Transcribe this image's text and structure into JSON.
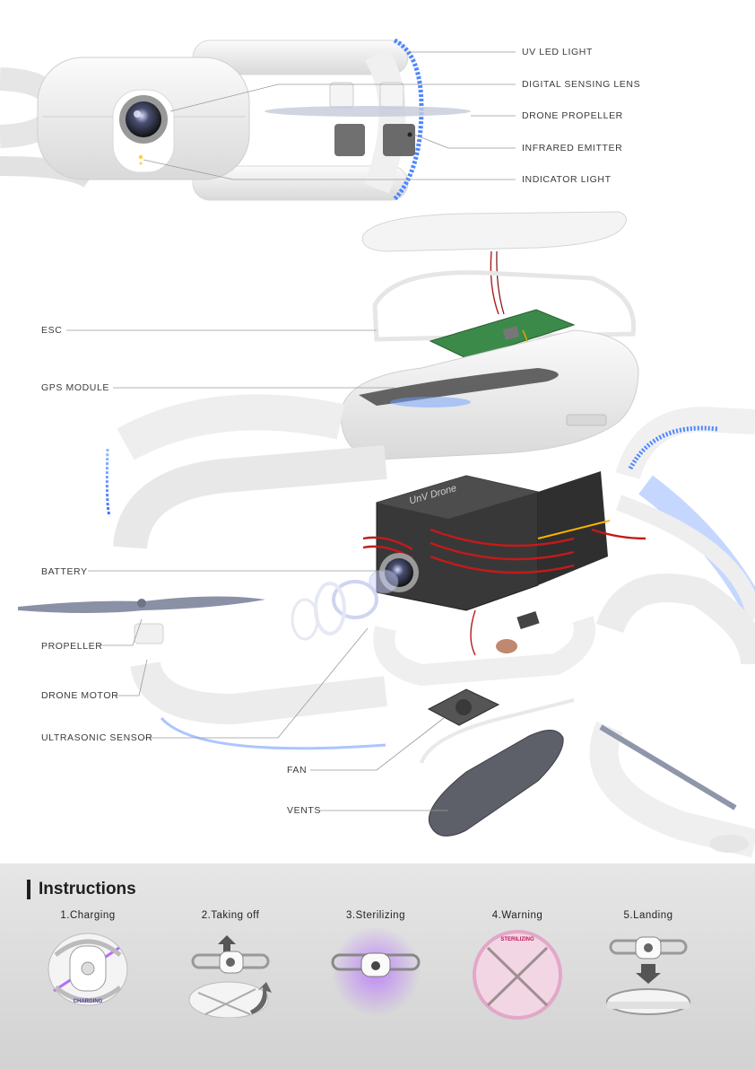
{
  "callouts_top": [
    "UV LED LIGHT",
    "DIGITAL SENSING LENS",
    "DRONE PROPELLER",
    "INFRARED EMITTER",
    "INDICATOR LIGHT"
  ],
  "callouts_left": [
    "ESC",
    "GPS MODULE",
    "BATTERY",
    "PROPELLER",
    "DRONE MOTOR",
    "ULTRASONIC SENSOR",
    "FAN",
    "VENTS"
  ],
  "camera_brand": "UnV Drone",
  "charging_text": "CHARGING",
  "sterilizing_text": "STERILIZING",
  "instructions": {
    "title": "Instructions",
    "steps": [
      "1.Charging",
      "2.Taking off",
      "3.Sterilizing",
      "4.Warning",
      "5.Landing"
    ]
  },
  "colors": {
    "uv_led": "#5a8cff",
    "shell": "#efefef",
    "pcb": "#3c8a4a",
    "battery": "#333333",
    "wires": "#c41a1a",
    "accent_purple": "#b56bff",
    "warning_pink": "#e3a7c8"
  }
}
